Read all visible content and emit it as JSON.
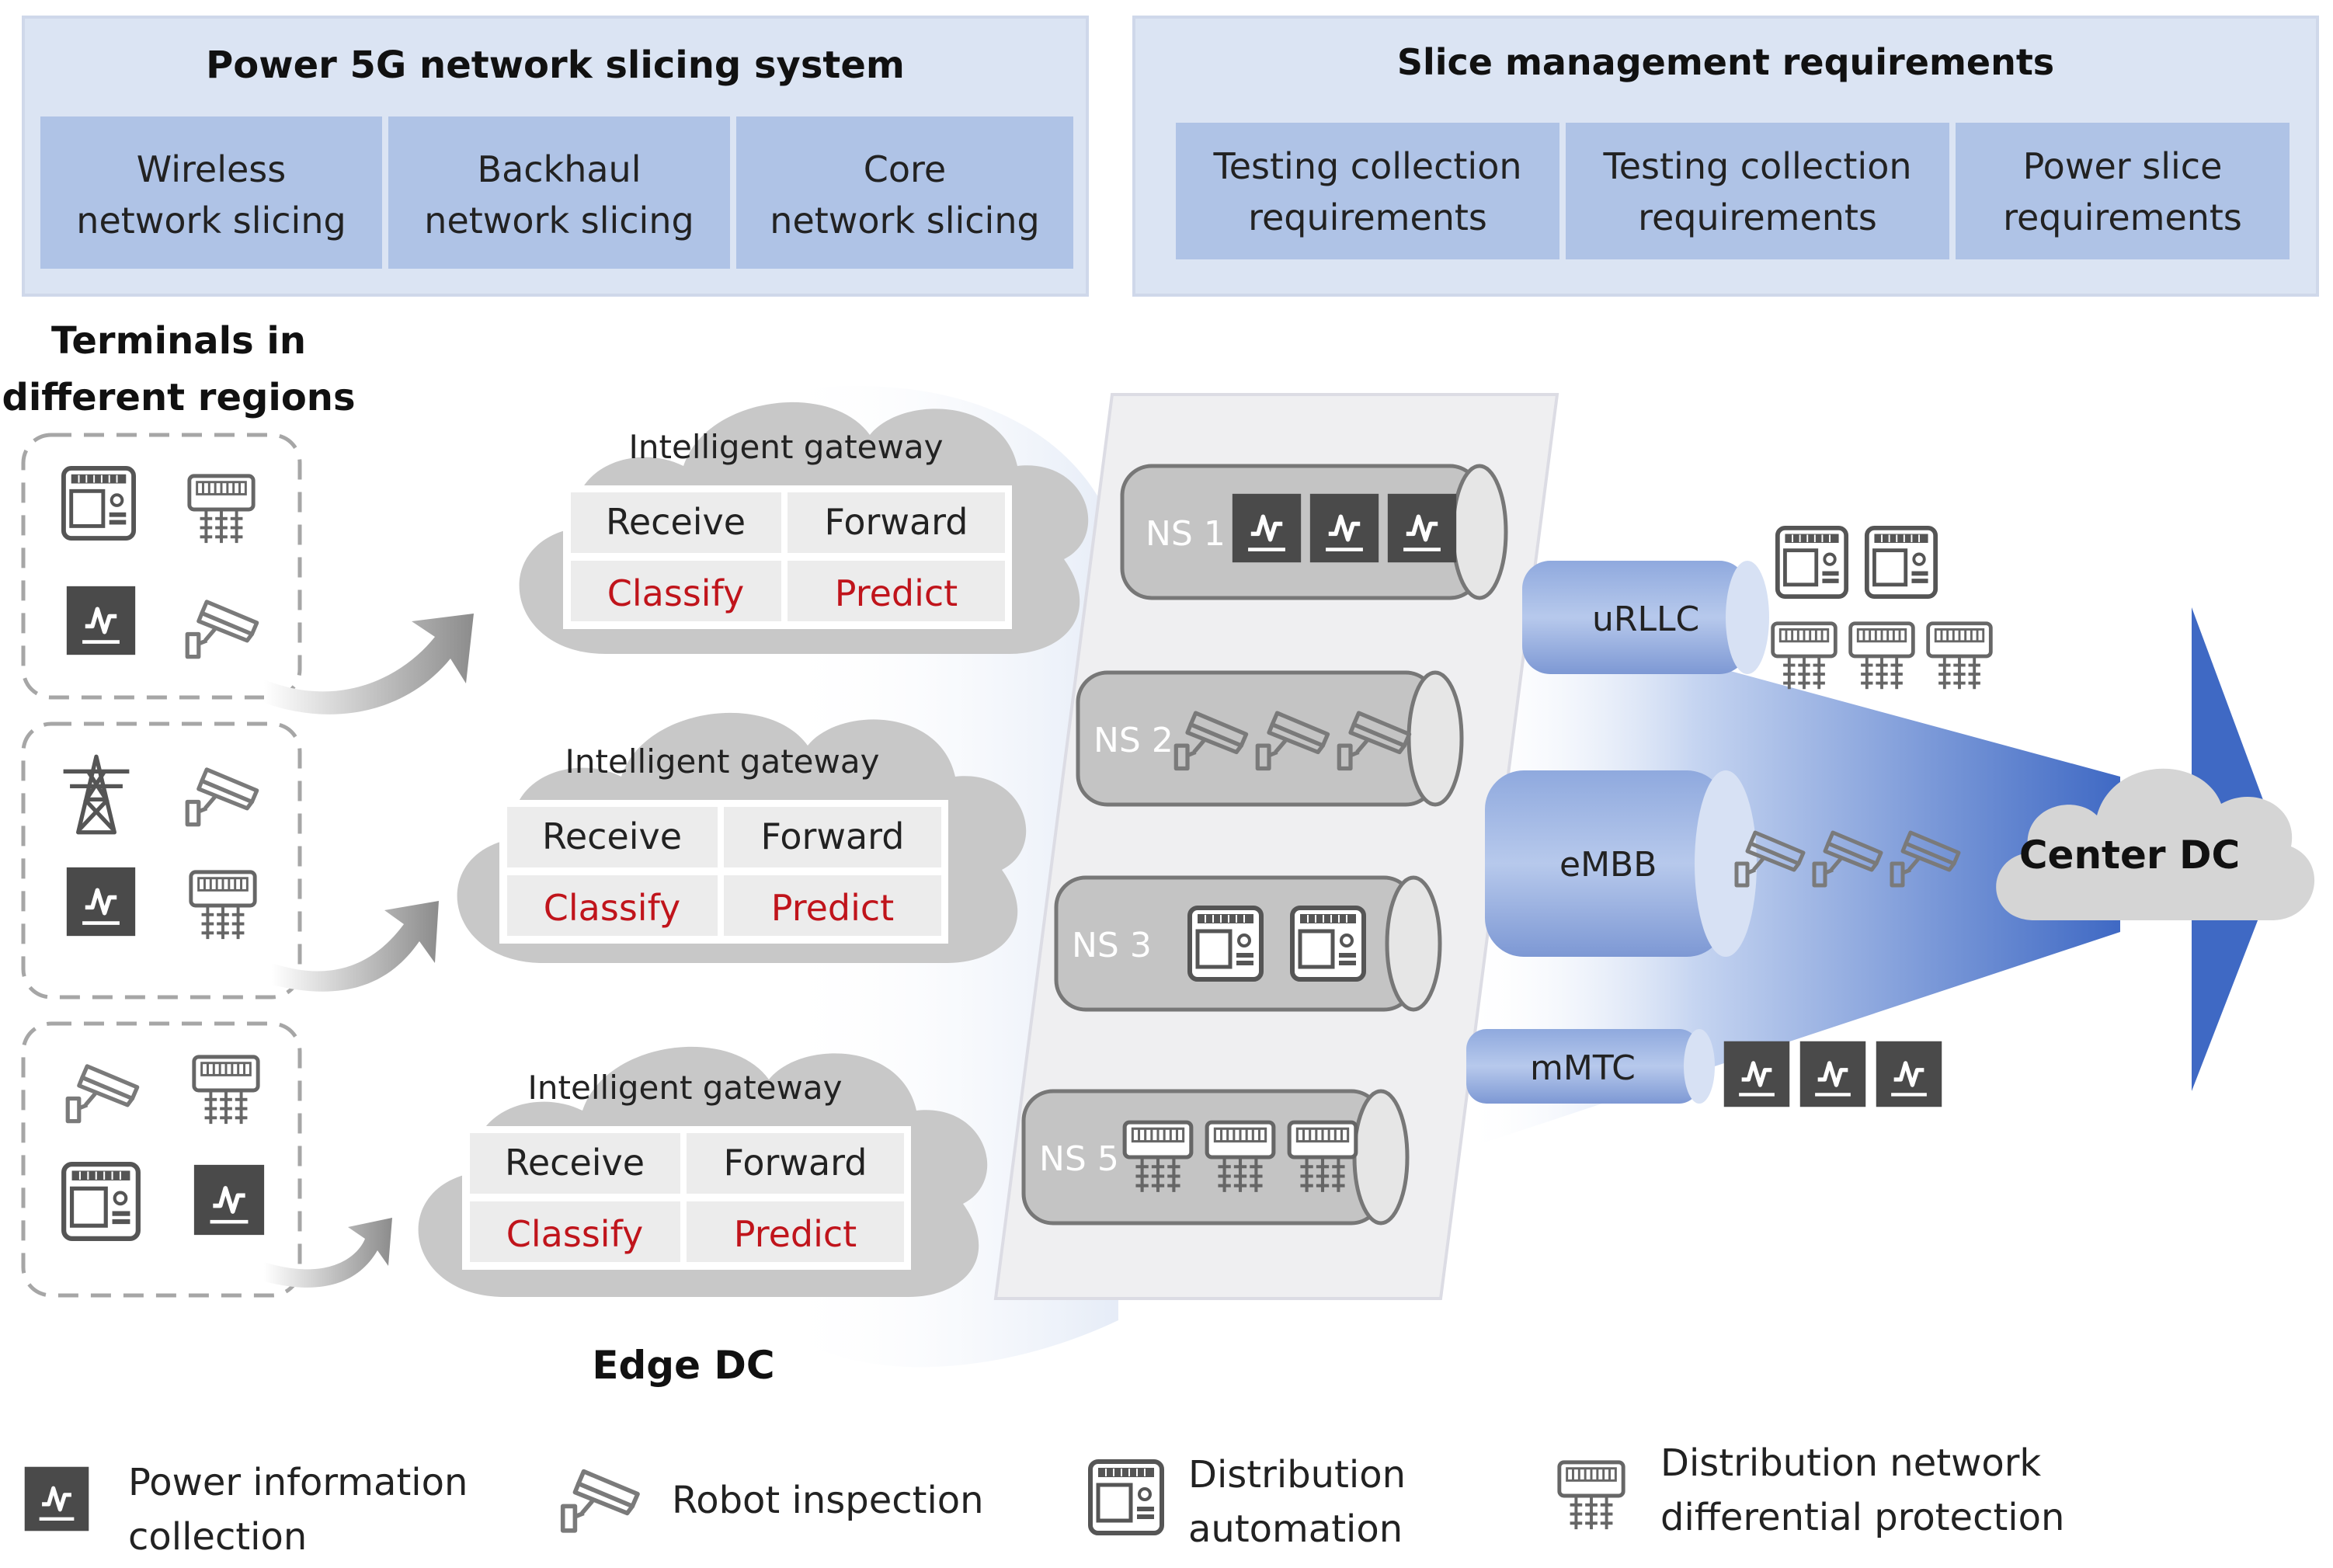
{
  "top_left": {
    "title": "Power 5G network slicing system",
    "cells": [
      {
        "l1": "Wireless",
        "l2": "network slicing"
      },
      {
        "l1": "Backhaul",
        "l2": "network slicing"
      },
      {
        "l1": "Core",
        "l2": "network slicing"
      }
    ]
  },
  "top_right": {
    "title": "Slice management requirements",
    "cells": [
      {
        "l1": "Testing collection",
        "l2": "requirements"
      },
      {
        "l1": "Testing collection",
        "l2": "requirements"
      },
      {
        "l1": "Power slice",
        "l2": "requirements"
      }
    ]
  },
  "terminals": {
    "line1": "Terminals in",
    "line2": "different regions"
  },
  "gateways": [
    {
      "title": "Intelligent gateway",
      "receive": "Receive",
      "forward": "Forward",
      "classify": "Classify",
      "predict": "Predict"
    },
    {
      "title": "Intelligent gateway",
      "receive": "Receive",
      "forward": "Forward",
      "classify": "Classify",
      "predict": "Predict"
    },
    {
      "title": "Intelligent gateway",
      "receive": "Receive",
      "forward": "Forward",
      "classify": "Classify",
      "predict": "Predict"
    }
  ],
  "edge_dc": "Edge DC",
  "slices": [
    {
      "label": "NS 1",
      "icon": "power-info-icon",
      "count": 3
    },
    {
      "label": "NS 2",
      "icon": "robot-camera-icon",
      "count": 3
    },
    {
      "label": "NS 3",
      "icon": "distribution-automation-icon",
      "count": 2
    },
    {
      "label": "NS 5",
      "icon": "differential-protection-icon",
      "count": 3
    }
  ],
  "services": [
    {
      "label": "uRLLC"
    },
    {
      "label": "eMBB"
    },
    {
      "label": "mMTC"
    }
  ],
  "center_dc": "Center DC",
  "legend": [
    {
      "icon": "power-info-icon",
      "l1": "Power information",
      "l2": "collection"
    },
    {
      "icon": "robot-camera-icon",
      "l1": "Robot inspection",
      "l2": ""
    },
    {
      "icon": "distribution-automation-icon",
      "l1": "Distribution",
      "l2": "automation"
    },
    {
      "icon": "differential-protection-icon",
      "l1": "Distribution network",
      "l2": "differential protection"
    }
  ],
  "colors": {
    "panel_bg": "#dbe4f3",
    "cell_bg": "#afc3e6",
    "accent_blue": "#4a72c8",
    "cloud_gray": "#c8c8c8",
    "tube_gray": "#c4c4c4",
    "icon_dark": "#4a4a4a",
    "text_red": "#c0141b"
  }
}
